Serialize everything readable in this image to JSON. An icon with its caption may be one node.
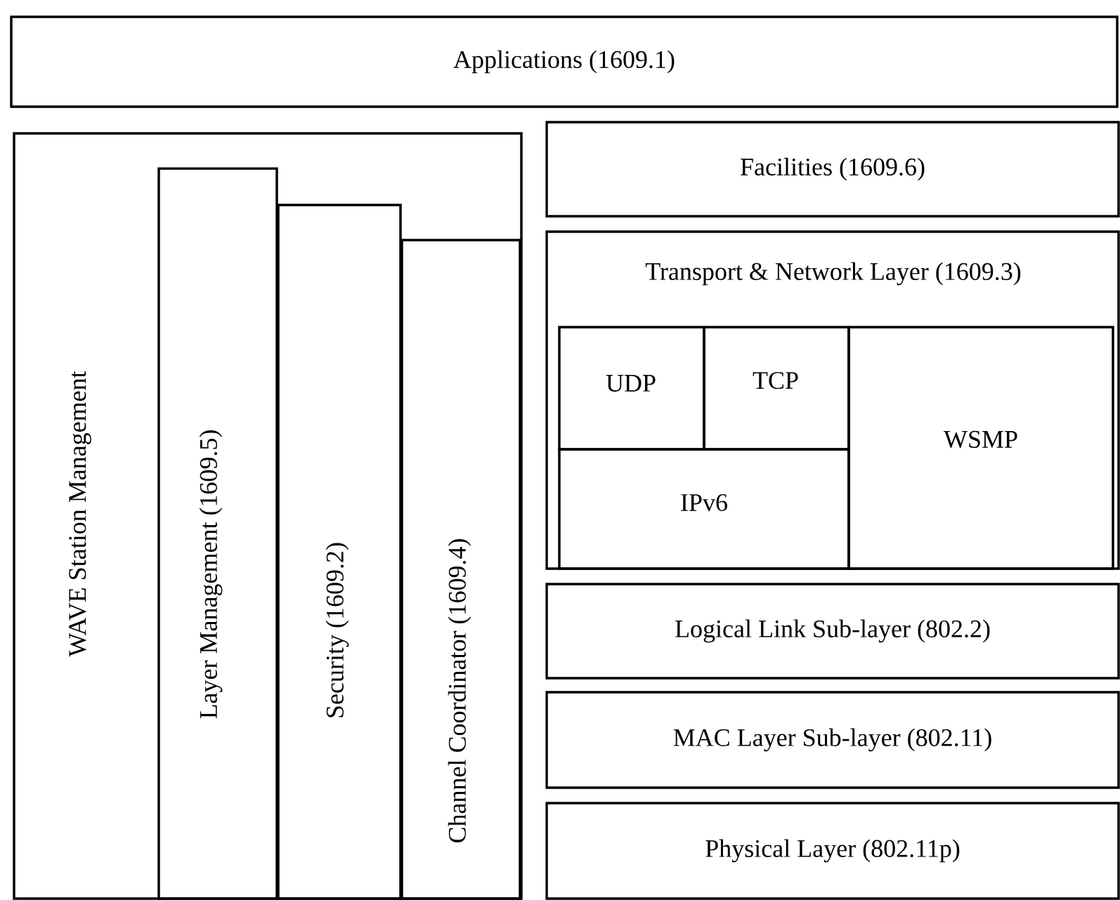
{
  "diagram": {
    "nodes": [
      {
        "text": [
          "Applications (1609.1)"
        ]
      },
      {
        "text": [
          "WAVE Station Management"
        ]
      },
      {
        "text": [
          "Layer Management (1609.5)"
        ],
        "in": 1
      },
      {
        "text": [
          "Security (1609.2)"
        ],
        "in": 1
      },
      {
        "text": [
          "Channel Coordinator (1609.4)"
        ],
        "in": 1
      },
      {
        "text": [
          "Facilities (1609.6)"
        ]
      },
      {
        "text": [
          "Transport & Network Layer (1609.3)"
        ]
      },
      {
        "text": [
          "UDP"
        ],
        "in": 6
      },
      {
        "text": [
          "TCP"
        ],
        "in": 6
      },
      {
        "text": [
          "IPv6"
        ],
        "in": 6
      },
      {
        "text": [
          "WSMP"
        ],
        "in": 6
      },
      {
        "text": [
          "Logical Link Sub-layer (802.2)"
        ]
      },
      {
        "text": [
          "MAC Layer Sub-layer (802.11)"
        ]
      },
      {
        "text": [
          "Physical Layer (802.11p)"
        ]
      }
    ]
  }
}
